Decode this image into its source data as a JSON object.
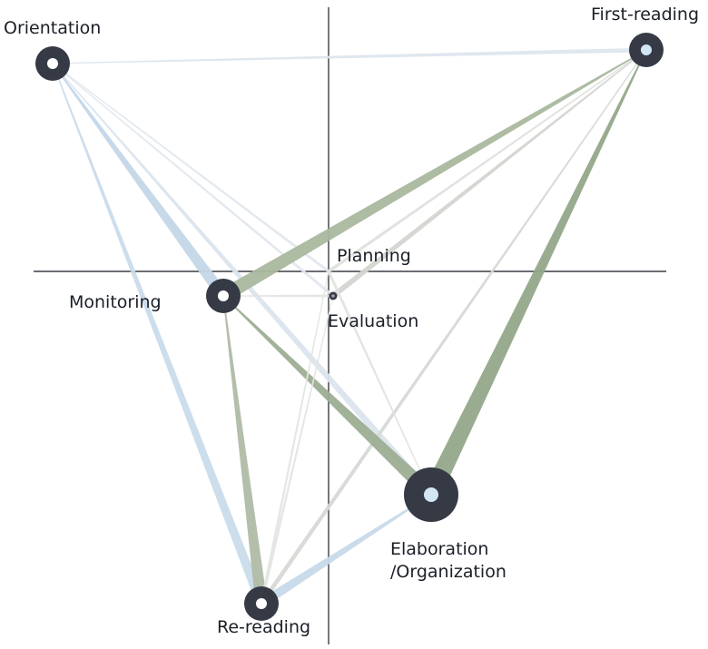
{
  "nodes": [
    {
      "id": "orientation",
      "label": "Orientation",
      "size": 3,
      "ring": "#353a45",
      "core": "#ffffff"
    },
    {
      "id": "first_reading",
      "label": "First-reading",
      "size": 3,
      "ring": "#353a45",
      "core": "#d3e6f4"
    },
    {
      "id": "planning",
      "label": "Planning",
      "size": 0,
      "ring": "#353a45",
      "core": "#ffffff"
    },
    {
      "id": "monitoring",
      "label": "Monitoring",
      "size": 3,
      "ring": "#353a45",
      "core": "#ffffff"
    },
    {
      "id": "evaluation",
      "label": "Evaluation",
      "size": 1,
      "ring": "#353a45",
      "core": "#9aa2ad"
    },
    {
      "id": "elaboration",
      "label": [
        "Elaboration",
        "/Organization"
      ],
      "size": 5,
      "ring": "#353a45",
      "core": "#d3e6f4"
    },
    {
      "id": "re_reading",
      "label": "Re-reading",
      "size": 3,
      "ring": "#353a45",
      "core": "#ffffff"
    }
  ],
  "edges": [
    {
      "from": "orientation",
      "to": "monitoring",
      "weight": 5,
      "color": "#c4d7e8"
    },
    {
      "from": "orientation",
      "to": "re_reading",
      "weight": 4,
      "color": "#c9dbeb"
    },
    {
      "from": "orientation",
      "to": "elaboration",
      "weight": 3,
      "color": "#dbe5ee"
    },
    {
      "from": "orientation",
      "to": "first_reading",
      "weight": 1.5,
      "color": "#dde6ee"
    },
    {
      "from": "orientation",
      "to": "evaluation",
      "weight": 0.8,
      "color": "#e2e8ee"
    },
    {
      "from": "orientation",
      "to": "planning",
      "weight": 0.8,
      "color": "#e2e8ee"
    },
    {
      "from": "first_reading",
      "to": "monitoring",
      "weight": 6,
      "color": "#a9b89d"
    },
    {
      "from": "first_reading",
      "to": "elaboration",
      "weight": 8,
      "color": "#93a88a"
    },
    {
      "from": "first_reading",
      "to": "re_reading",
      "weight": 1.5,
      "color": "#d6d9d4"
    },
    {
      "from": "first_reading",
      "to": "evaluation",
      "weight": 2,
      "color": "#d3d6d0"
    },
    {
      "from": "first_reading",
      "to": "planning",
      "weight": 1,
      "color": "#dfe2dd"
    },
    {
      "from": "monitoring",
      "to": "elaboration",
      "weight": 6,
      "color": "#9dae93"
    },
    {
      "from": "monitoring",
      "to": "re_reading",
      "weight": 5,
      "color": "#b0bca7"
    },
    {
      "from": "monitoring",
      "to": "evaluation",
      "weight": 0.8,
      "color": "#e1e5e1"
    },
    {
      "from": "elaboration",
      "to": "re_reading",
      "weight": 4,
      "color": "#c7d9ea"
    },
    {
      "from": "elaboration",
      "to": "planning",
      "weight": 0.8,
      "color": "#e1e4e0"
    },
    {
      "from": "evaluation",
      "to": "re_reading",
      "weight": 0.8,
      "color": "#e3e6e3"
    },
    {
      "from": "planning",
      "to": "re_reading",
      "weight": 0.8,
      "color": "#e3e6e3"
    }
  ],
  "axes": {
    "color": "#3a3d42"
  }
}
